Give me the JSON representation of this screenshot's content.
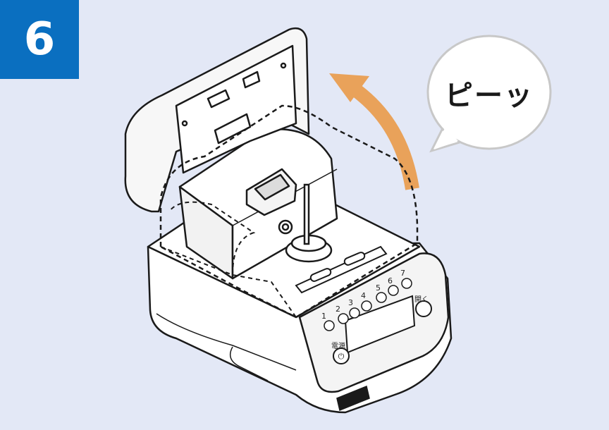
{
  "step": {
    "number": "6"
  },
  "speech_bubble": {
    "text": "ピーッ"
  },
  "control_panel": {
    "levels": [
      "1",
      "2",
      "3",
      "4",
      "5",
      "6",
      "7"
    ],
    "power_label": "電源",
    "open_label": "開く",
    "power_icon": "power-icon"
  },
  "arrow": {
    "color": "#e9a25a",
    "direction": "up-left"
  },
  "colors": {
    "badge": "#0a6fc0",
    "background": "#e3e8f6"
  }
}
